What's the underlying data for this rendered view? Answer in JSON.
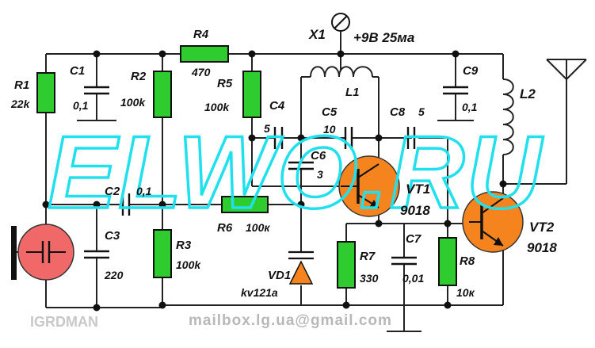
{
  "supply": {
    "terminal": "X1",
    "label": "+9В 25ма"
  },
  "resistors": {
    "R1": {
      "name": "R1",
      "value": "22k"
    },
    "R2": {
      "name": "R2",
      "value": "100k"
    },
    "R3": {
      "name": "R3",
      "value": "100k"
    },
    "R4": {
      "name": "R4",
      "value": "470"
    },
    "R5": {
      "name": "R5",
      "value": "100k"
    },
    "R6": {
      "name": "R6",
      "value": "100к"
    },
    "R7": {
      "name": "R7",
      "value": "330"
    },
    "R8": {
      "name": "R8",
      "value": "10к"
    }
  },
  "capacitors": {
    "C1": {
      "name": "C1",
      "value": "0,1"
    },
    "C2": {
      "name": "C2",
      "value": "0,1"
    },
    "C3": {
      "name": "C3",
      "value": "220"
    },
    "C4": {
      "name": "C4",
      "value": "5"
    },
    "C5": {
      "name": "C5",
      "value": "10"
    },
    "C6": {
      "name": "C6",
      "value": "3"
    },
    "C7": {
      "name": "C7",
      "value": "0,01"
    },
    "C8": {
      "name": "C8",
      "value": "5"
    },
    "C9": {
      "name": "C9",
      "value": "0,1"
    }
  },
  "inductors": {
    "L1": "L1",
    "L2": "L2"
  },
  "transistors": {
    "VT1": {
      "name": "VT1",
      "type": "9018"
    },
    "VT2": {
      "name": "VT2",
      "type": "9018"
    }
  },
  "diode": {
    "name": "VD1",
    "type": "kv121a"
  },
  "watermark": "ELWO.RU",
  "signature": "IGRDMAN",
  "email": "mailbox.lg.ua@gmail.com",
  "colors": {
    "resistor": "#2ecc2e",
    "transistor": "#f5841f",
    "diode": "#f5841f",
    "microphone": "#f06868",
    "watermark": "#20e0ee"
  }
}
